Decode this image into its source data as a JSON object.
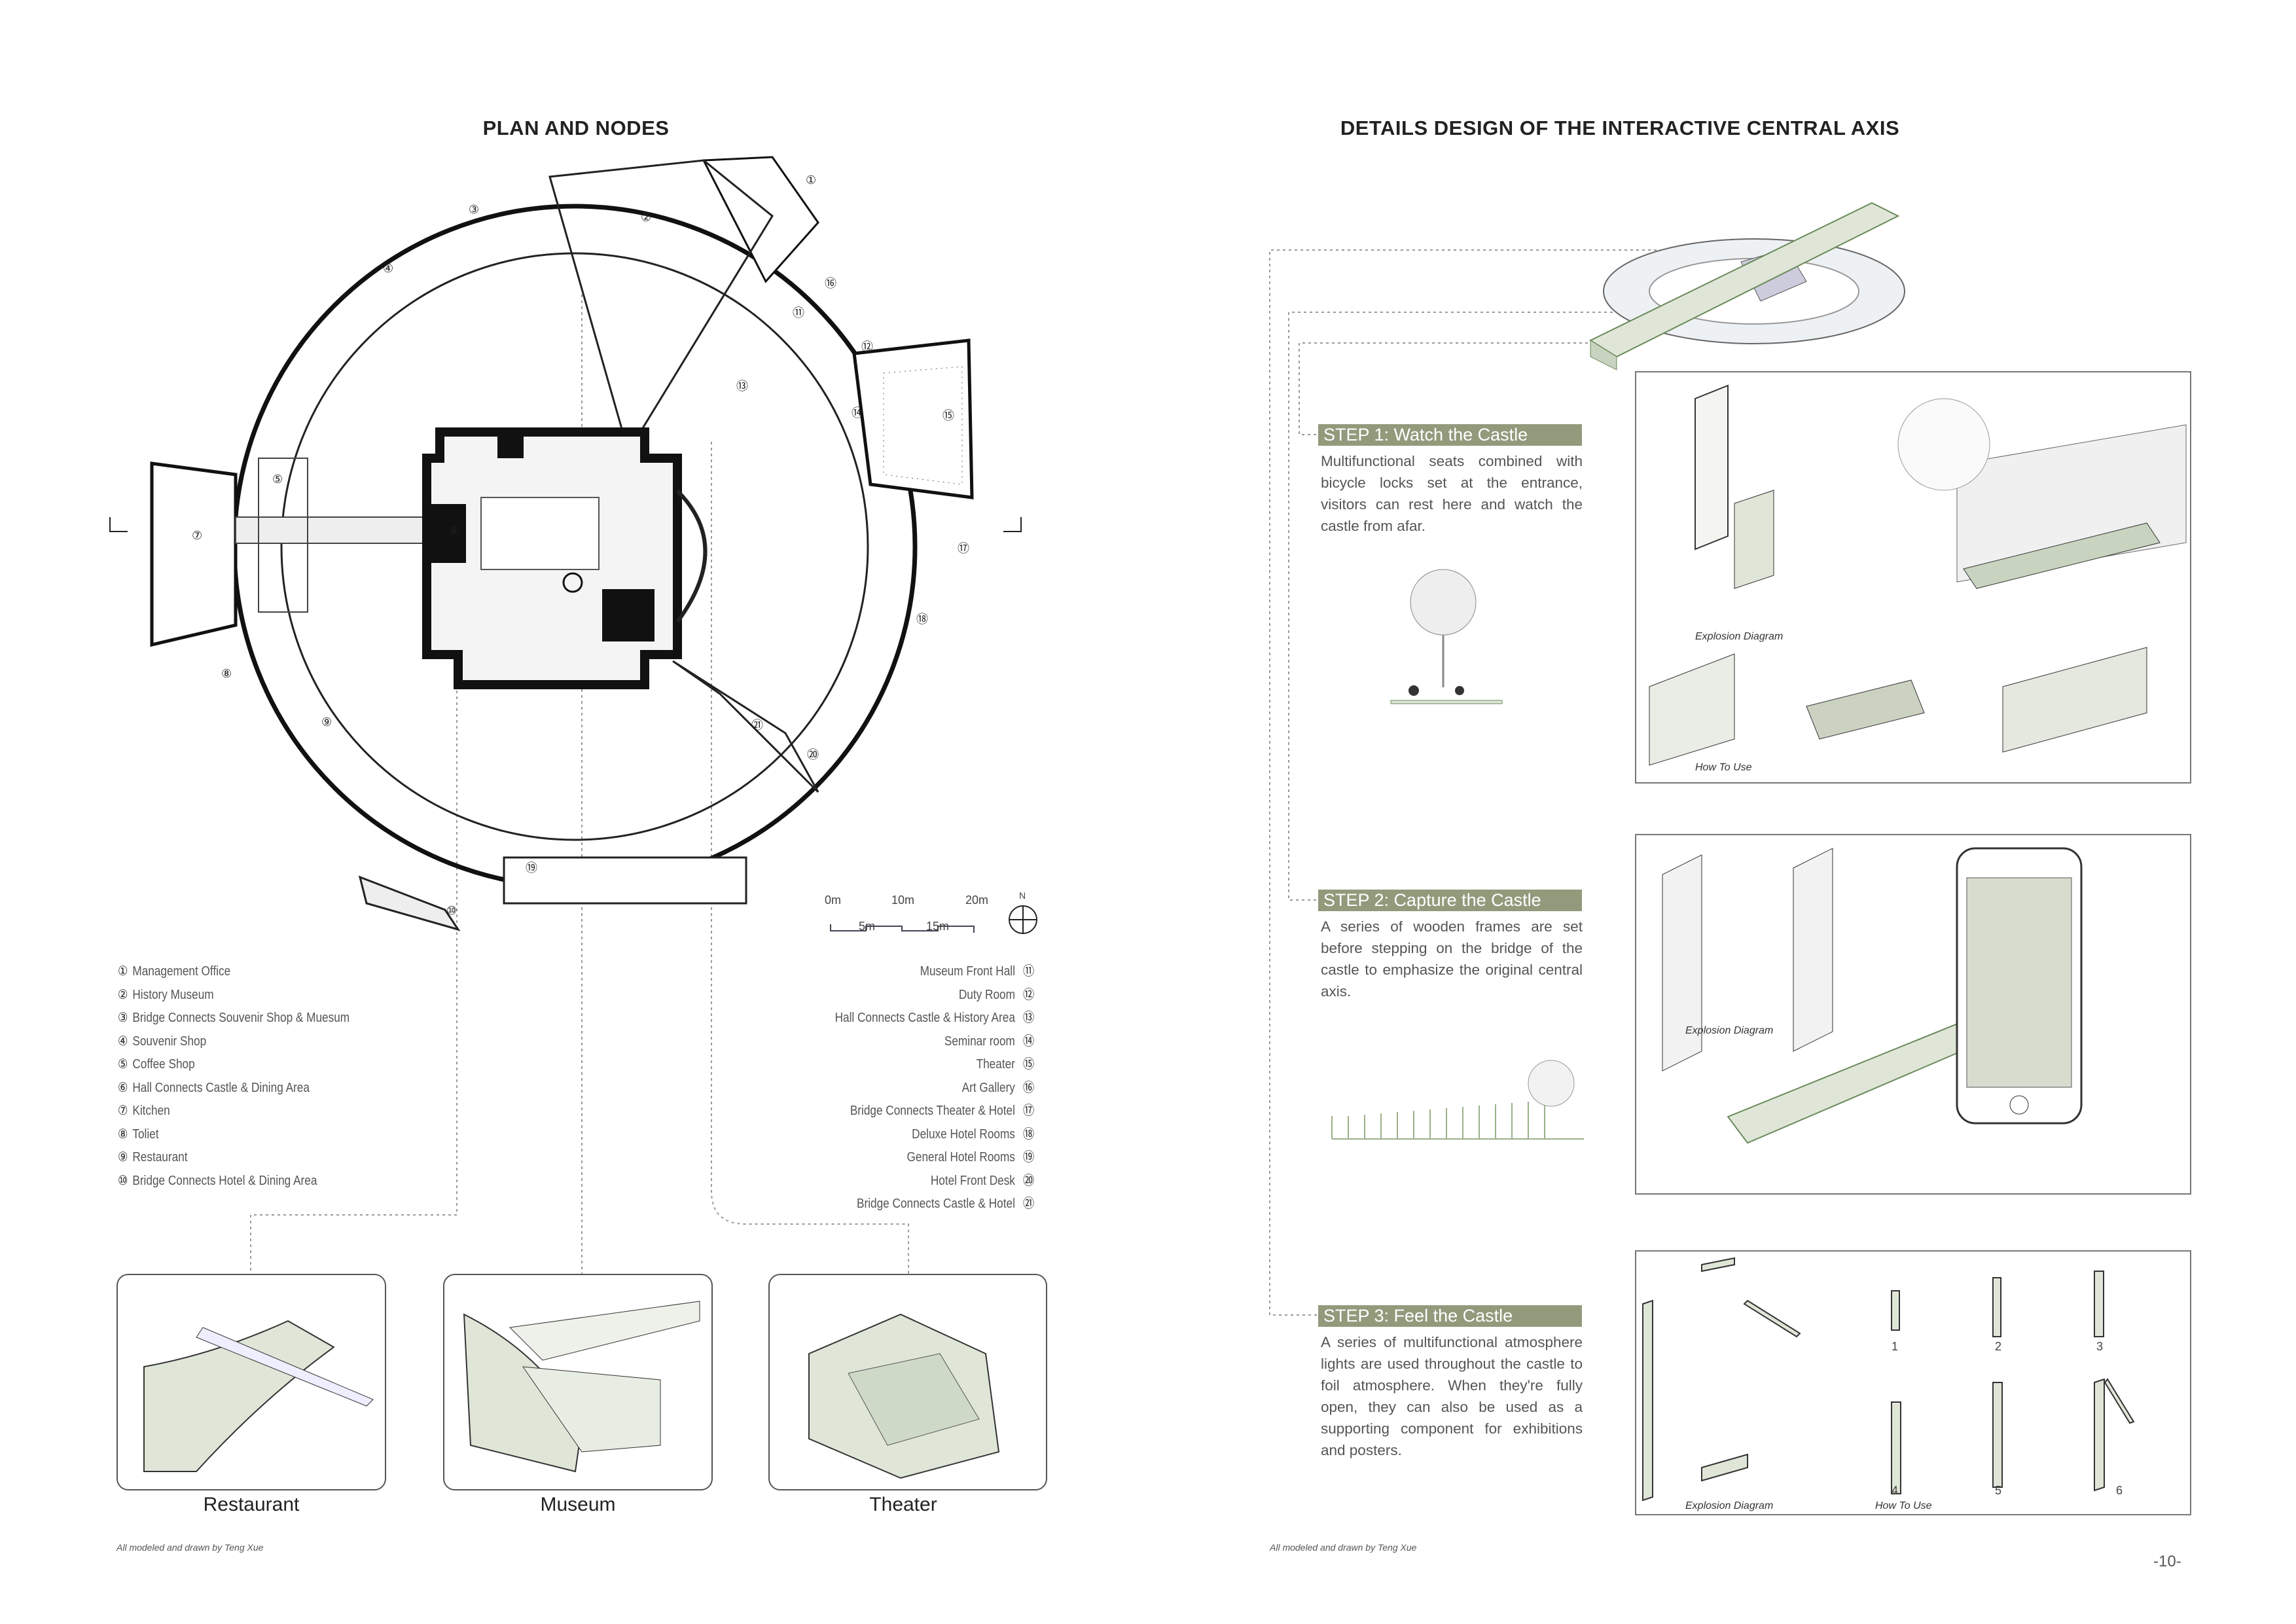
{
  "left_page": {
    "title": "PLAN AND NODES",
    "legend_left": [
      {
        "num": "①",
        "label": "Management Office"
      },
      {
        "num": "②",
        "label": "History Museum"
      },
      {
        "num": "③",
        "label": "Bridge Connects Souvenir Shop & Muesum"
      },
      {
        "num": "④",
        "label": "Souvenir Shop"
      },
      {
        "num": "⑤",
        "label": "Coffee Shop"
      },
      {
        "num": "⑥",
        "label": "Hall Connects Castle & Dining Area"
      },
      {
        "num": "⑦",
        "label": "Kitchen"
      },
      {
        "num": "⑧",
        "label": "Toliet"
      },
      {
        "num": "⑨",
        "label": "Restaurant"
      },
      {
        "num": "⑩",
        "label": "Bridge Connects Hotel & Dining Area"
      }
    ],
    "legend_right": [
      {
        "num": "⑪",
        "label": "Museum Front Hall"
      },
      {
        "num": "⑫",
        "label": "Duty Room"
      },
      {
        "num": "⑬",
        "label": "Hall Connects Castle & History Area"
      },
      {
        "num": "⑭",
        "label": "Seminar room"
      },
      {
        "num": "⑮",
        "label": "Theater"
      },
      {
        "num": "⑯",
        "label": "Art Gallery"
      },
      {
        "num": "⑰",
        "label": "Bridge Connects Theater & Hotel"
      },
      {
        "num": "⑱",
        "label": "Deluxe Hotel Rooms"
      },
      {
        "num": "⑲",
        "label": "General Hotel Rooms"
      },
      {
        "num": "⑳",
        "label": "Hotel Front Desk"
      },
      {
        "num": "㉑",
        "label": "Bridge Connects Castle & Hotel"
      }
    ],
    "plan_markers": [
      "①",
      "②",
      "③",
      "④",
      "⑤",
      "⑥",
      "⑦",
      "⑧",
      "⑨",
      "⑩",
      "⑪",
      "⑫",
      "⑬",
      "⑭",
      "⑮",
      "⑯",
      "⑰",
      "⑱",
      "⑲",
      "⑳",
      "㉑"
    ],
    "scale_bar": {
      "top": [
        "0m",
        "10m",
        "20m"
      ],
      "bottom": [
        "5m",
        "15m"
      ],
      "north": "N"
    },
    "nodes": [
      "Restaurant",
      "Museum",
      "Theater"
    ],
    "footer": "All modeled and drawn by Teng Xue"
  },
  "right_page": {
    "title": "DETAILS DESIGN OF THE INTERACTIVE CENTRAL AXIS",
    "steps": [
      {
        "title": "STEP 1: Watch the Castle",
        "text": "Multifunctional seats combined with bicycle locks set at the entrance, visitors can rest here and watch the castle from afar.",
        "captions": [
          "Explosion Diagram",
          "How To Use"
        ]
      },
      {
        "title": "STEP 2: Capture the Castle",
        "text": "A series of wooden frames are set before stepping on the bridge of the castle to emphasize the original central axis.",
        "captions": [
          "Explosion Diagram"
        ]
      },
      {
        "title": "STEP 3: Feel the Castle",
        "text": "A series of multifunctional atmosphere lights are used throughout the castle to foil atmosphere. When they're fully open, they can also be used as a supporting component for exhibitions and posters.",
        "captions": [
          "Explosion Diagram",
          "How To Use"
        ],
        "numbers": [
          "1",
          "2",
          "3",
          "4",
          "5",
          "6"
        ]
      }
    ],
    "footer": "All modeled and drawn by Teng Xue",
    "page_number": "-10-"
  },
  "colors": {
    "accent": "#929a7c",
    "model": "#dfe6d8"
  }
}
